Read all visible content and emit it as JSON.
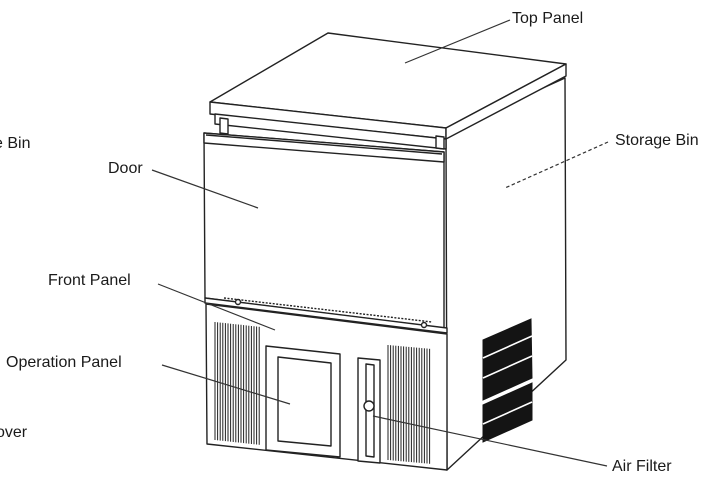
{
  "labels": {
    "top_panel": "Top Panel",
    "storage_bin": "Storage Bin",
    "door": "Door",
    "front_panel": "Front Panel",
    "operation_panel": "Operation Panel",
    "air_filter": "Air Filter",
    "cut_bin": "e Bin",
    "cut_cover": "over"
  },
  "colors": {
    "stroke": "#222222",
    "fill": "#ffffff"
  }
}
